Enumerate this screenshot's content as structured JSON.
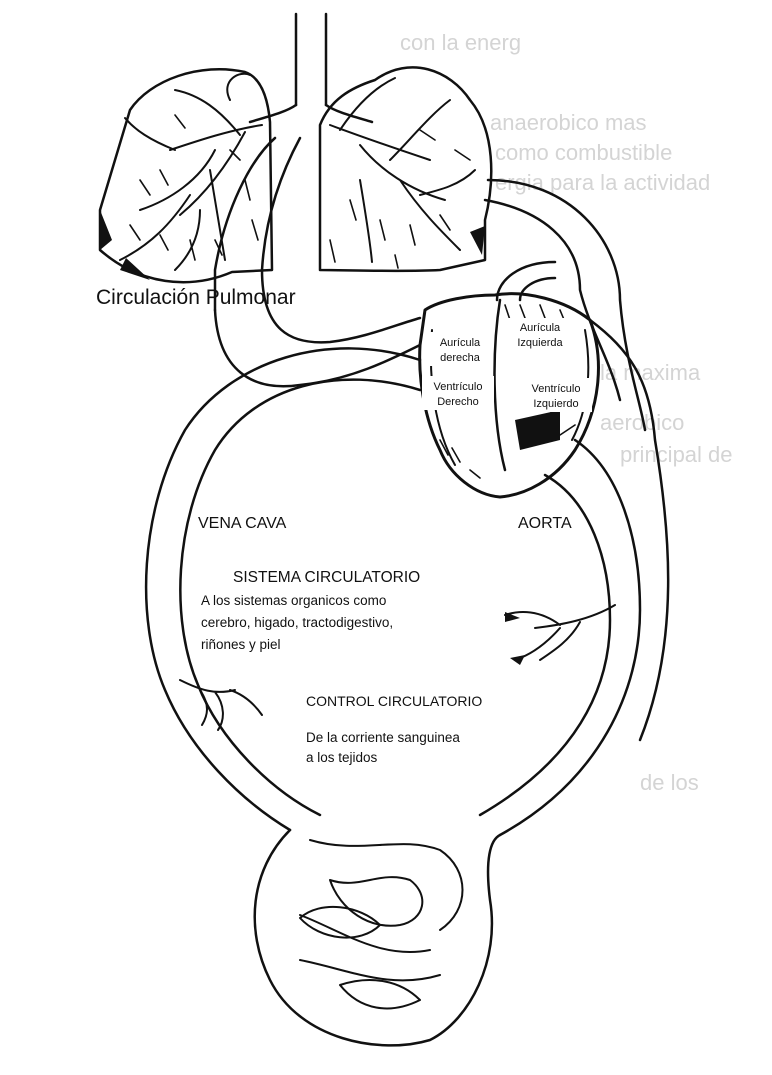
{
  "diagram": {
    "labels": {
      "pulmonary_circulation": "Circulación Pulmonar",
      "right_atrium": [
        "Aurícula",
        "derecha"
      ],
      "left_atrium": [
        "Aurícula",
        "Izquierda"
      ],
      "right_ventricle": [
        "Ventrículo",
        "Derecho"
      ],
      "left_ventricle": [
        "Ventrículo",
        "Izquierdo"
      ],
      "vena_cava": "VENA CAVA",
      "aorta": "AORTA",
      "systemic_title": "SISTEMA CIRCULATORIO",
      "systemic_desc": [
        "A los sistemas organicos como",
        "cerebro, higado, tractodigestivo,",
        "riñones y piel"
      ],
      "control_title": "CONTROL CIRCULATORIO",
      "control_desc": [
        "De la corriente sanguinea",
        "a los tejidos"
      ]
    },
    "colors": {
      "ink": "#111111",
      "paper": "#ffffff",
      "bleed_through": "#d4d4d4"
    },
    "bleed_through_text": [
      "con la energ",
      "anaerobico mas",
      "como combustible",
      "ergia para la actividad",
      "la maxima",
      "aerobico",
      "principal de",
      "de los"
    ]
  }
}
